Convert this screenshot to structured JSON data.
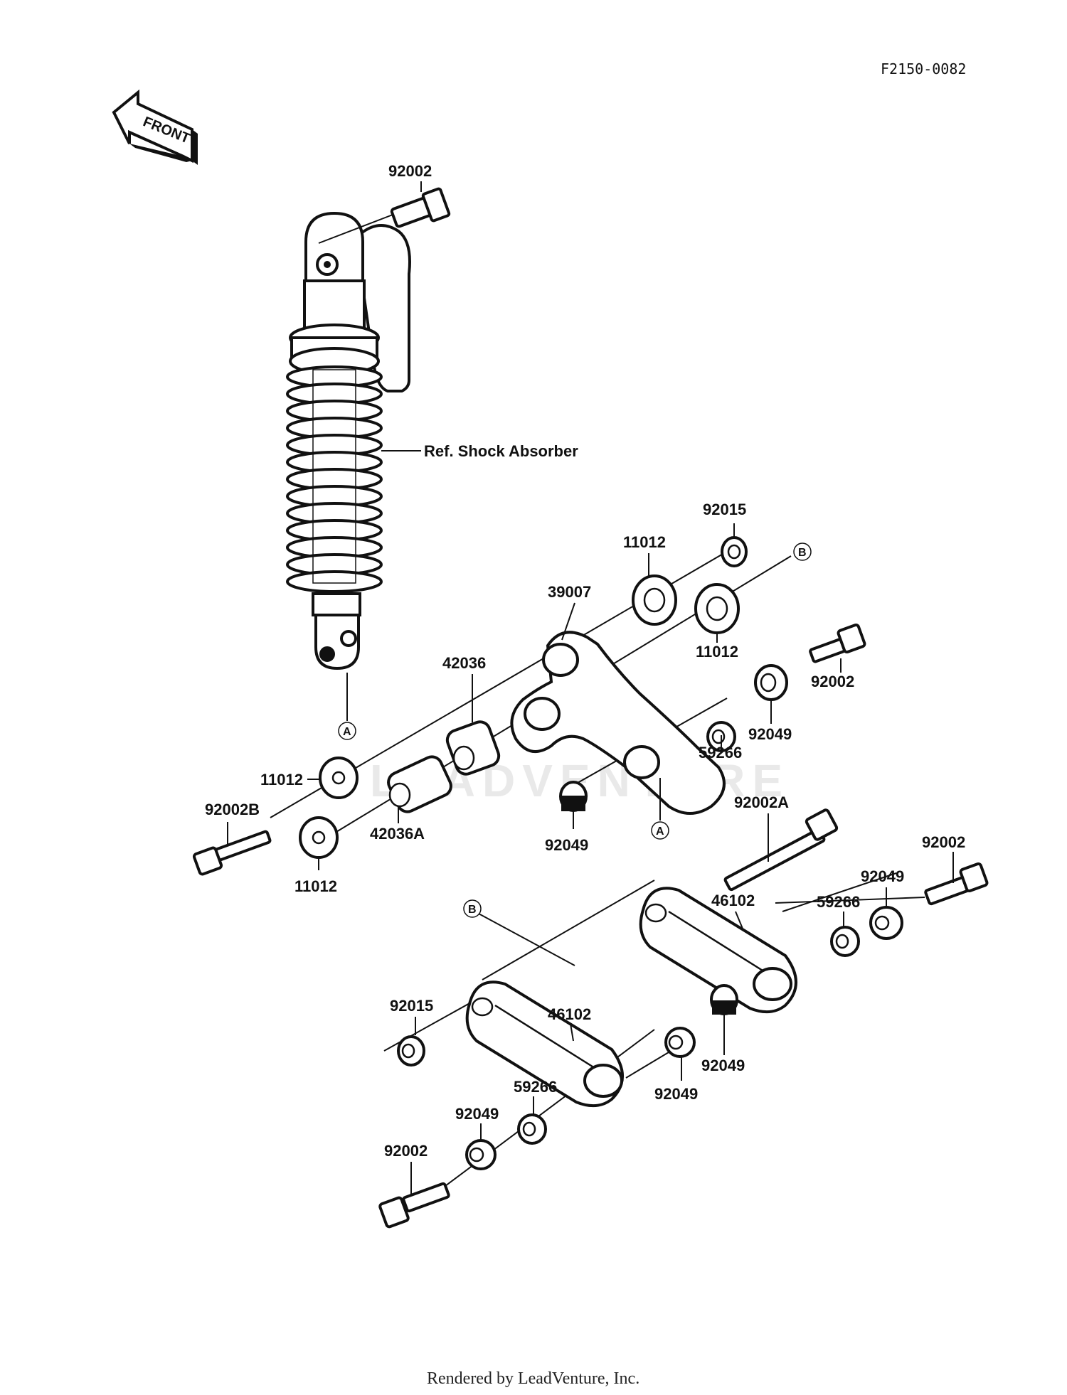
{
  "drawing_code": "F2150-0082",
  "front_arrow": {
    "label": "FRONT",
    "icon": "front-arrow-icon"
  },
  "reference_label": "Ref. Shock Absorber",
  "watermark": "LEADVENTURE",
  "footer": "Rendered by LeadVenture, Inc.",
  "parts": {
    "p92002_top": "92002",
    "p92015_top": "92015",
    "p11012_a": "11012",
    "p11012_b": "11012",
    "p39007": "39007",
    "p42036": "42036",
    "p92002_right": "92002",
    "p92049_a": "92049",
    "p59266_a": "59266",
    "p11012_c": "11012",
    "p92002B": "92002B",
    "p42036A": "42036A",
    "p11012_d": "11012",
    "p92049_b": "92049",
    "p92002A": "92002A",
    "p92002_c": "92002",
    "p92049_c": "92049",
    "p59266_b": "59266",
    "p46102_a": "46102",
    "p92015_b": "92015",
    "p46102_b": "46102",
    "p92049_d": "92049",
    "p92049_e": "92049",
    "p59266_c": "59266",
    "p92049_f": "92049",
    "p92002_d": "92002"
  },
  "markers": {
    "A": "A",
    "B": "B"
  }
}
